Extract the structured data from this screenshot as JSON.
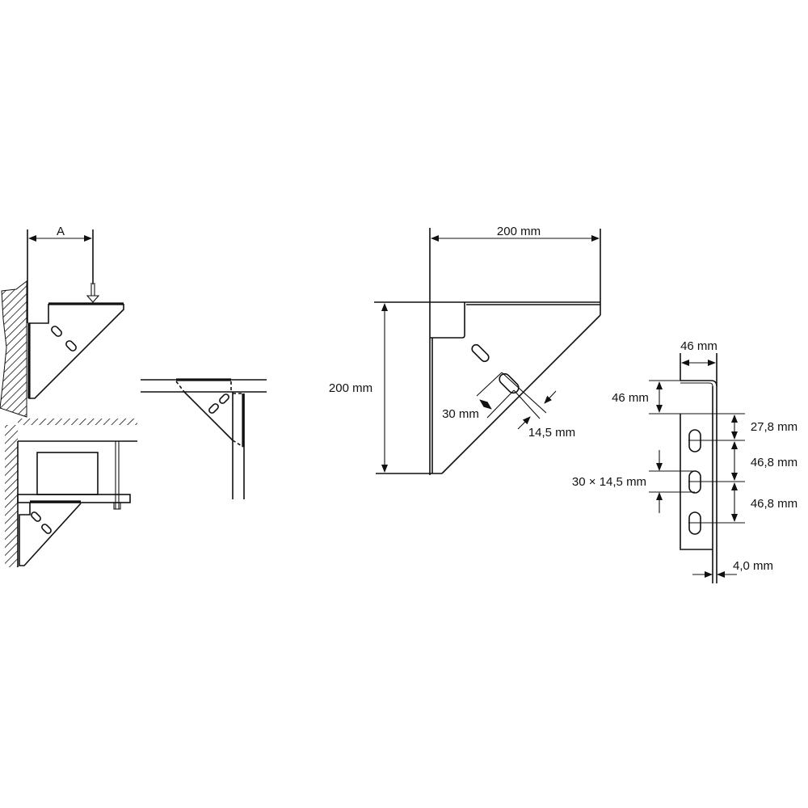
{
  "usage_views": {
    "distance_label": "A"
  },
  "side_view": {
    "width_label": "200 mm",
    "height_label": "200 mm",
    "slot_length_label": "30 mm",
    "slot_width_label": "14,5 mm"
  },
  "profile_view": {
    "flange_width_label": "46 mm",
    "flange_height_label": "46 mm",
    "first_slot_offset_label": "27,8 mm",
    "slot_pitch_1_label": "46,8 mm",
    "slot_pitch_2_label": "46,8 mm",
    "slot_size_label": "30 × 14,5 mm",
    "thickness_label": "4,0 mm"
  }
}
